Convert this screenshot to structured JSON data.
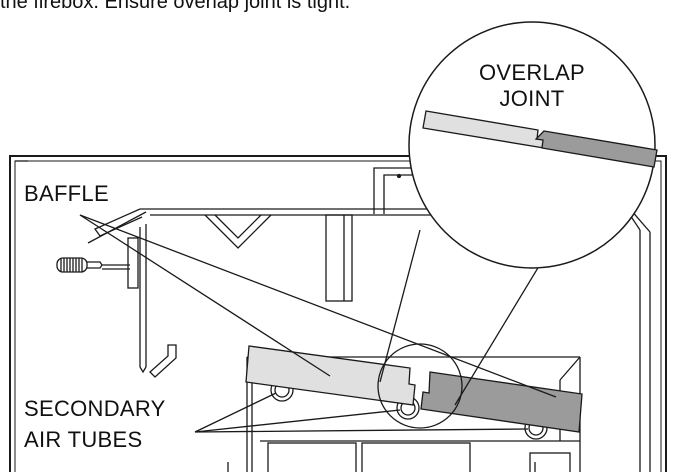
{
  "caption_text": "the firebox. Ensure overlap joint is tight.",
  "labels": {
    "overlap_line1": "OVERLAP",
    "overlap_line2": "JOINT",
    "baffle": "BAFFLE",
    "secondary_line1": "SECONDARY",
    "secondary_line2": "AIR TUBES"
  },
  "colors": {
    "light_baffle": "#e0e0e0",
    "dark_baffle": "#9b9b9b",
    "line": "#1a1a1a"
  }
}
